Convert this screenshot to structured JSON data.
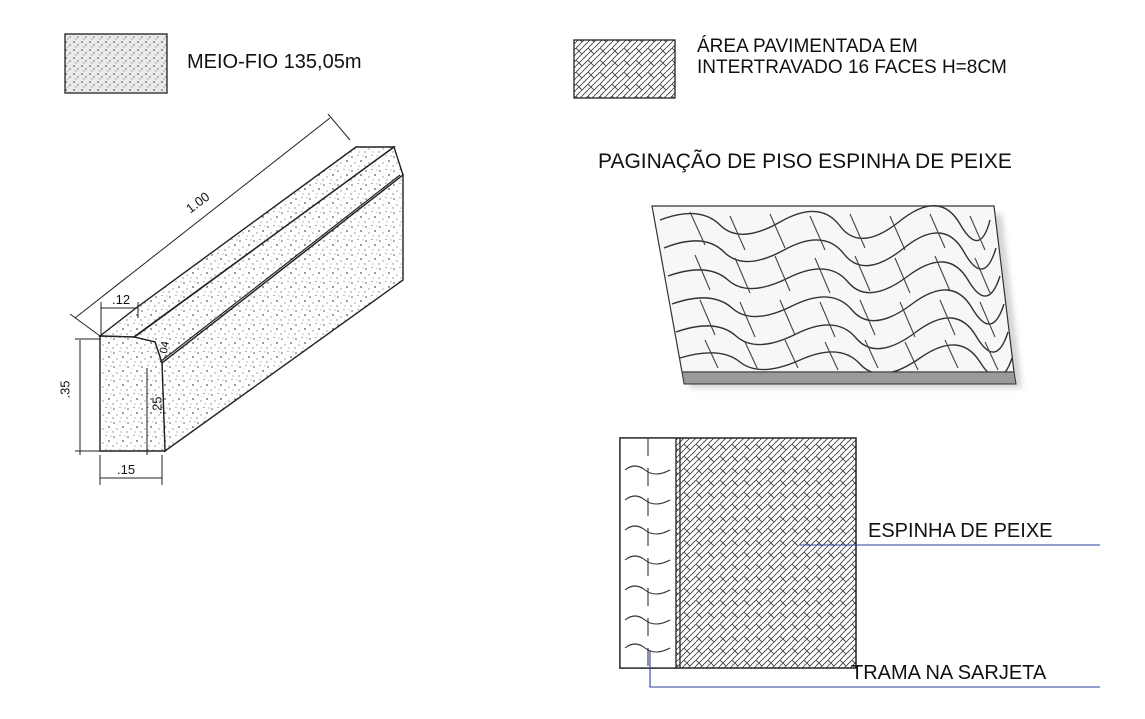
{
  "legend": {
    "curb_label": "MEIO-FIO 135,05m",
    "paver_label_line1": "ÁREA PAVIMENTADA EM",
    "paver_label_line2": "INTERTRAVADO 16 FACES H=8CM",
    "curb_swatch_icon": "speckled-concrete-hatch-icon",
    "paver_swatch_icon": "herringbone-hatch-icon"
  },
  "curb_drawing": {
    "dimensions": {
      "length": "1.00",
      "top_width": ".12",
      "height": ".35",
      "base_width": ".15",
      "face_height": ".25",
      "chamfer": ".04"
    }
  },
  "paving": {
    "title": "PAGINAÇÃO DE PISO ESPINHA DE PEIXE",
    "callout_herringbone": "ESPINHA DE PEIXE",
    "callout_gutter": "TRAMA NA SARJETA"
  },
  "colors": {
    "line": "#111111",
    "leader": "#2b3f9e"
  }
}
